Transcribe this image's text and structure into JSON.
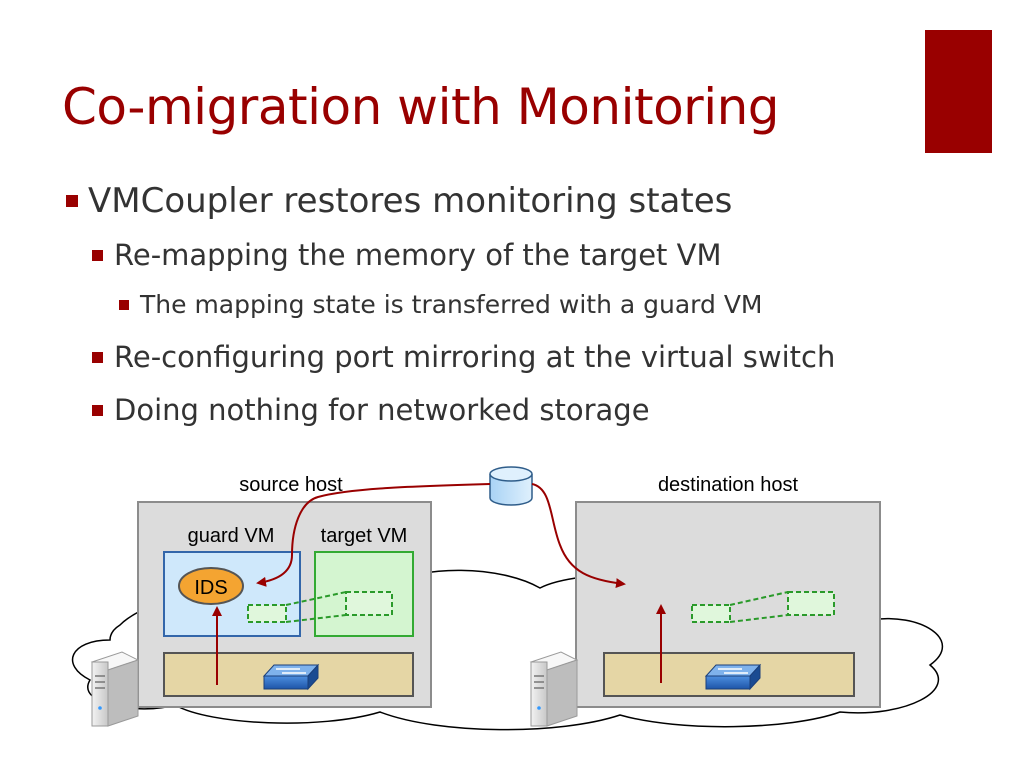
{
  "slide": {
    "title": "Co-migration with Monitoring",
    "accent_color": "#990000",
    "bullets": [
      {
        "level": 1,
        "text": "VMCoupler restores monitoring states"
      },
      {
        "level": 2,
        "text": "Re-mapping the memory of the target VM"
      },
      {
        "level": 3,
        "text": "The mapping state is transferred with a guard VM"
      },
      {
        "level": 2,
        "text": "Re-configuring port mirroring at the virtual switch"
      },
      {
        "level": 2,
        "text": "Doing nothing for networked storage"
      }
    ]
  },
  "diagram": {
    "source_host_label": "source host",
    "destination_host_label": "destination host",
    "guard_vm_label": "guard VM",
    "target_vm_label": "target VM",
    "ids_label": "IDS",
    "icons": [
      "cloud-icon",
      "server-icon",
      "storage-icon",
      "virtual-switch-icon"
    ],
    "colors": {
      "arrow": "#990000",
      "guard_vm_fill": "#cfe8fb",
      "target_vm_fill": "#d4f5d0",
      "ids_fill": "#f4a431",
      "switch_bar_fill": "#e5d6a5",
      "host_fill": "#dcdcdc"
    }
  }
}
